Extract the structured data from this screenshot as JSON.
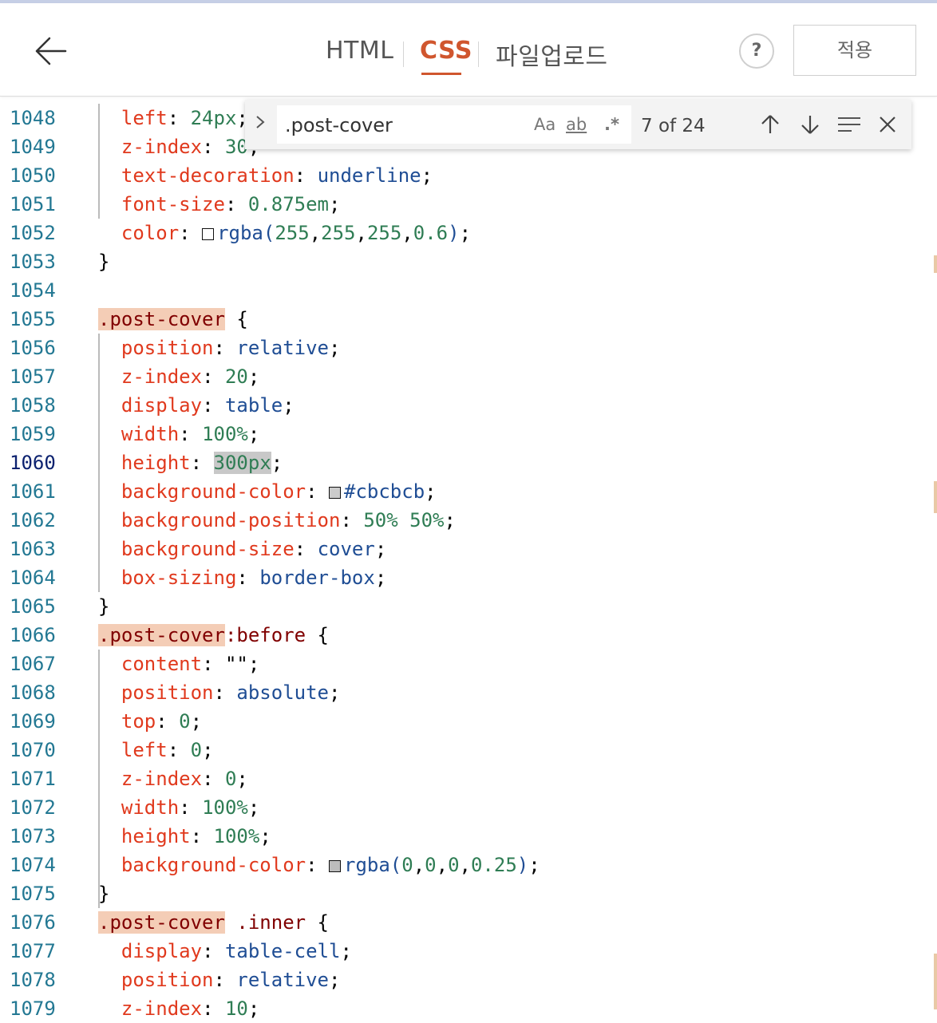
{
  "header": {
    "tabs": [
      {
        "label": "HTML",
        "active": false
      },
      {
        "label": "CSS",
        "active": true
      },
      {
        "label": "파일업로드",
        "active": false
      }
    ],
    "help_label": "?",
    "apply_label": "적용"
  },
  "find": {
    "query": ".post-cover",
    "case_label": "Aa",
    "word_label": "ab",
    "regex_label": ".*",
    "match_count": "7 of 24"
  },
  "colors": {
    "accent": "#d0562e",
    "match_highlight": "#f4cdb6",
    "property": "#e0391d",
    "keyword": "#1f4d94",
    "number": "#2f7d54",
    "selector": "#800000",
    "line_number": "#237893"
  },
  "editor": {
    "current_line": "1060",
    "lines": [
      {
        "num": "1048",
        "indent": "  ",
        "prop": "left",
        "value": "24px",
        "vtype": "n"
      },
      {
        "num": "1049",
        "indent": "  ",
        "prop": "z-index",
        "value": "30",
        "vtype": "n"
      },
      {
        "num": "1050",
        "indent": "  ",
        "prop": "text-decoration",
        "value": "underline",
        "vtype": "k"
      },
      {
        "num": "1051",
        "indent": "  ",
        "prop": "font-size",
        "value": "0.875em",
        "vtype": "n"
      },
      {
        "num": "1052",
        "indent": "  ",
        "prop": "color",
        "swatch": "#ffffff",
        "rgba": [
          "255",
          "255",
          "255",
          "0.6"
        ]
      },
      {
        "num": "1053",
        "plain": "}"
      },
      {
        "num": "1054",
        "plain": ""
      },
      {
        "num": "1055",
        "match": ".post-cover",
        "suffix": " {"
      },
      {
        "num": "1056",
        "indent": "  ",
        "prop": "position",
        "value": "relative",
        "vtype": "k"
      },
      {
        "num": "1057",
        "indent": "  ",
        "prop": "z-index",
        "value": "20",
        "vtype": "n"
      },
      {
        "num": "1058",
        "indent": "  ",
        "prop": "display",
        "value": "table",
        "vtype": "k"
      },
      {
        "num": "1059",
        "indent": "  ",
        "prop": "width",
        "value": "100%",
        "vtype": "n"
      },
      {
        "num": "1060",
        "indent": "  ",
        "prop": "height",
        "value": "300px",
        "vtype": "n",
        "selected": true
      },
      {
        "num": "1061",
        "indent": "  ",
        "prop": "background-color",
        "swatch": "#cbcbcb",
        "value": "#cbcbcb",
        "vtype": "k"
      },
      {
        "num": "1062",
        "indent": "  ",
        "prop": "background-position",
        "value": "50% 50%",
        "vtype": "n"
      },
      {
        "num": "1063",
        "indent": "  ",
        "prop": "background-size",
        "value": "cover",
        "vtype": "k"
      },
      {
        "num": "1064",
        "indent": "  ",
        "prop": "box-sizing",
        "value": "border-box",
        "vtype": "k"
      },
      {
        "num": "1065",
        "plain": "}"
      },
      {
        "num": "1066",
        "match": ".post-cover",
        "suffix_sel": ":before",
        "suffix": " {"
      },
      {
        "num": "1067",
        "indent": "  ",
        "prop": "content",
        "value": "\"\"",
        "vtype": "plain"
      },
      {
        "num": "1068",
        "indent": "  ",
        "prop": "position",
        "value": "absolute",
        "vtype": "k"
      },
      {
        "num": "1069",
        "indent": "  ",
        "prop": "top",
        "value": "0",
        "vtype": "n"
      },
      {
        "num": "1070",
        "indent": "  ",
        "prop": "left",
        "value": "0",
        "vtype": "n"
      },
      {
        "num": "1071",
        "indent": "  ",
        "prop": "z-index",
        "value": "0",
        "vtype": "n"
      },
      {
        "num": "1072",
        "indent": "  ",
        "prop": "width",
        "value": "100%",
        "vtype": "n"
      },
      {
        "num": "1073",
        "indent": "  ",
        "prop": "height",
        "value": "100%",
        "vtype": "n"
      },
      {
        "num": "1074",
        "indent": "  ",
        "prop": "background-color",
        "swatch": "#bcbcbc",
        "rgba": [
          "0",
          "0",
          "0",
          "0.25"
        ]
      },
      {
        "num": "1075",
        "plain": "}"
      },
      {
        "num": "1076",
        "match": ".post-cover",
        "suffix_sel": " .inner",
        "suffix": " {"
      },
      {
        "num": "1077",
        "indent": "  ",
        "prop": "display",
        "value": "table-cell",
        "vtype": "k"
      },
      {
        "num": "1078",
        "indent": "  ",
        "prop": "position",
        "value": "relative",
        "vtype": "k"
      },
      {
        "num": "1079",
        "indent": "  ",
        "prop": "z-index",
        "value": "10",
        "vtype": "n"
      }
    ]
  }
}
